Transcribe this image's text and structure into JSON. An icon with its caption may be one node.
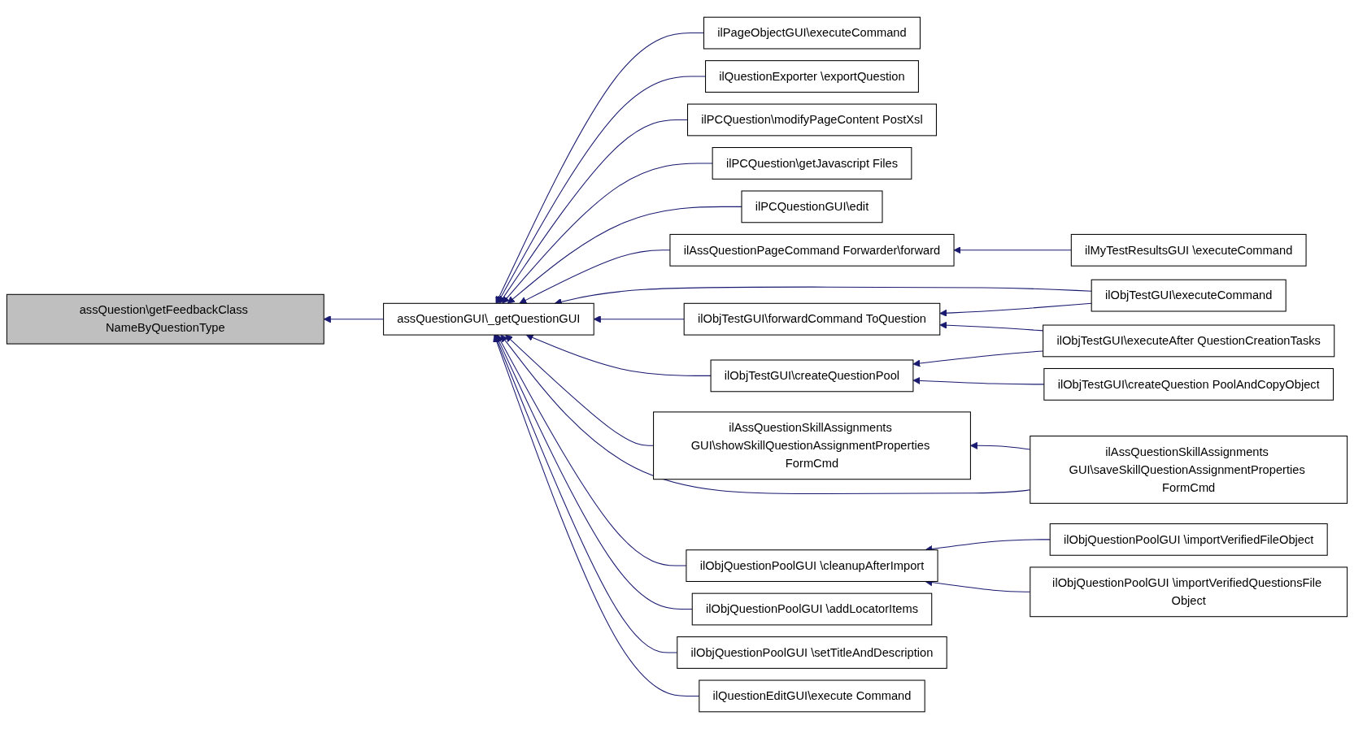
{
  "diagram": {
    "nodes": [
      {
        "text": [
          "assQuestion\\getFeedbackClass NameByQuestionType"
        ]
      },
      {
        "text": [
          "assQuestionGUI\\_getQuestionGUI"
        ]
      },
      {
        "text": [
          "ilPageObjectGUI\\executeCommand"
        ]
      },
      {
        "text": [
          "ilQuestionExporter \\exportQuestion"
        ]
      },
      {
        "text": [
          "ilPCQuestion\\modifyPageContent PostXsl"
        ]
      },
      {
        "text": [
          "ilPCQuestion\\getJavascript Files"
        ]
      },
      {
        "text": [
          "ilPCQuestionGUI\\edit"
        ]
      },
      {
        "text": [
          "ilAssQuestionPageCommand Forwarder\\forward"
        ]
      },
      {
        "text": [
          "ilObjTestGUI\\createQuestionPool"
        ]
      },
      {
        "text": [
          "ilAssQuestionSkillAssignments GUI\\showSkillQuestionAssignmentProperties FormCmd"
        ]
      },
      {
        "text": [
          "ilObjQuestionPoolGUI \\cleanupAfterImport"
        ]
      },
      {
        "text": [
          "ilObjQuestionPoolGUI \\addLocatorItems"
        ]
      },
      {
        "text": [
          "ilObjQuestionPoolGUI \\setTitleAndDescription"
        ]
      },
      {
        "text": [
          "ilQuestionEditGUI\\execute Command"
        ]
      },
      {
        "text": [
          "ilMyTestResultsGUI \\executeCommand"
        ]
      },
      {
        "text": [
          "ilObjTestGUI\\forwardCommand ToQuestion"
        ]
      },
      {
        "text": [
          "ilObjTestGUI\\executeAfter QuestionCreationTasks"
        ]
      },
      {
        "text": [
          "ilObjTestGUI\\createQuestion PoolAndCopyObject"
        ]
      },
      {
        "text": [
          "ilAssQuestionSkillAssignments GUI\\saveSkillQuestionAssignmentProperties FormCmd"
        ]
      },
      {
        "text": [
          "ilObjQuestionPoolGUI \\importVerifiedFileObject"
        ]
      },
      {
        "text": [
          "ilObjQuestionPoolGUI \\importVerifiedQuestionsFile Object"
        ]
      },
      {
        "text": [
          "ilObjTestGUI\\executeCommand"
        ]
      }
    ],
    "edges": [
      {
        "from": 1,
        "to": 0,
        "arrow": "to"
      },
      {
        "from": 2,
        "to": 1,
        "arrow": "to"
      },
      {
        "from": 3,
        "to": 1,
        "arrow": "to"
      },
      {
        "from": 4,
        "to": 1,
        "arrow": "to"
      },
      {
        "from": 5,
        "to": 1,
        "arrow": "to"
      },
      {
        "from": 6,
        "to": 1,
        "arrow": "to"
      },
      {
        "from": 7,
        "to": 1,
        "arrow": "to"
      },
      {
        "from": 14,
        "to": 7,
        "arrow": "to"
      },
      {
        "from": 21,
        "to": 1,
        "arrow": "to"
      },
      {
        "from": 15,
        "to": 1,
        "arrow": "to"
      },
      {
        "from": 21,
        "to": 15,
        "arrow": "to"
      },
      {
        "from": 8,
        "to": 1,
        "arrow": "to"
      },
      {
        "from": 16,
        "to": 8,
        "arrow": "to"
      },
      {
        "from": 17,
        "to": 8,
        "arrow": "to"
      },
      {
        "from": 16,
        "to": 15,
        "arrow": "to"
      },
      {
        "from": 9,
        "to": 1,
        "arrow": "to"
      },
      {
        "from": 18,
        "to": 9,
        "arrow": "to"
      },
      {
        "from": 18,
        "to": 1,
        "arrow": "to"
      },
      {
        "from": 10,
        "to": 1,
        "arrow": "to"
      },
      {
        "from": 19,
        "to": 10,
        "arrow": "to"
      },
      {
        "from": 20,
        "to": 10,
        "arrow": "to"
      },
      {
        "from": 11,
        "to": 1,
        "arrow": "to"
      },
      {
        "from": 12,
        "to": 1,
        "arrow": "to"
      },
      {
        "from": 13,
        "to": 1,
        "arrow": "to"
      }
    ]
  }
}
